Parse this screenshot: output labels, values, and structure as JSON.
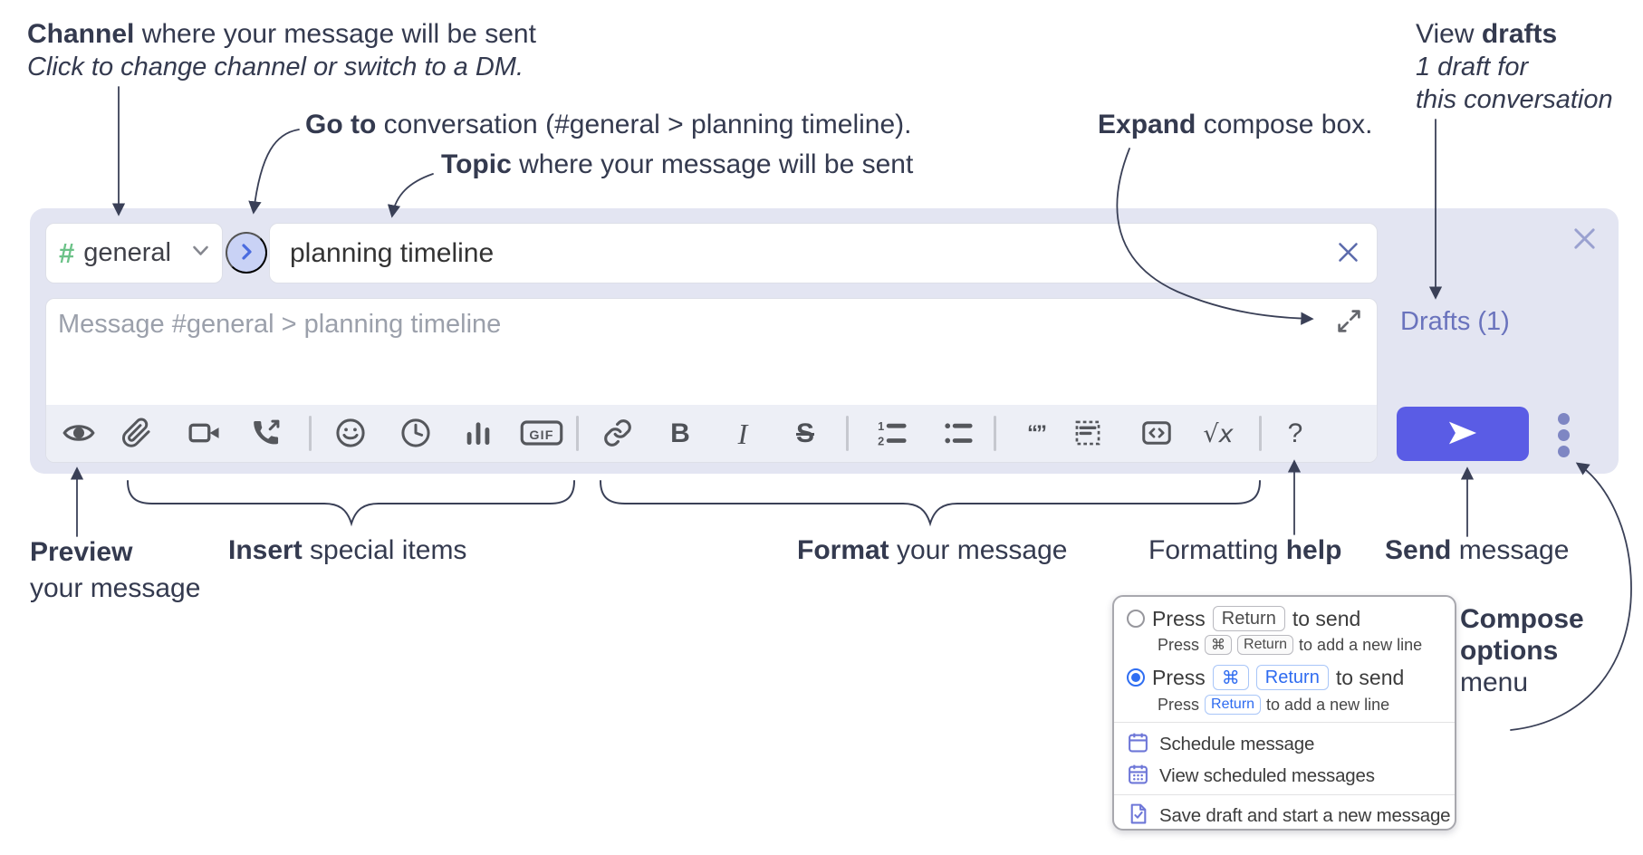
{
  "annotations": {
    "channel": {
      "bold": "Channel",
      "rest": " where your message will be sent",
      "line2": "Click to change channel or switch to a DM."
    },
    "goto": {
      "bold": "Go to",
      "rest": " conversation (#general > planning timeline)."
    },
    "topic": {
      "bold": "Topic",
      "rest": " where your message will be sent"
    },
    "expand": {
      "bold": "Expand",
      "rest": " compose box."
    },
    "view_drafts": {
      "pre": "View ",
      "bold": "drafts",
      "line2": "1 draft for",
      "line3": "this conversation"
    },
    "preview": {
      "bold": "Preview",
      "line2": "your message"
    },
    "insert": {
      "bold": "Insert",
      "rest": " special items"
    },
    "format": {
      "bold": "Format",
      "rest": " your message"
    },
    "help": {
      "pre": "Formatting ",
      "bold": "help"
    },
    "send": {
      "bold": "Send",
      "rest": " message"
    },
    "compose_options": {
      "line1": "Compose",
      "line2": "options",
      "line3": "menu"
    }
  },
  "compose": {
    "channel_hash": "#",
    "channel_name": "general",
    "topic_value": "planning timeline",
    "message_placeholder": "Message #general > planning timeline",
    "drafts_link": "Drafts (1)",
    "toolbar": {
      "bold": "B",
      "italic": "I",
      "strike": "S",
      "gif": "GIF",
      "math": "√x",
      "help": "?",
      "quote": "“”"
    }
  },
  "popup": {
    "option1": {
      "press": "Press",
      "key": "Return",
      "suffix": "to send",
      "sub_press": "Press",
      "sub_key_cmd": "⌘",
      "sub_key_return": "Return",
      "sub_suffix": "to add a new line"
    },
    "option2": {
      "press": "Press",
      "key_cmd": "⌘",
      "key_return": "Return",
      "suffix": "to send",
      "sub_press": "Press",
      "sub_key_return": "Return",
      "sub_suffix": "to add a new line"
    },
    "menu_items": [
      "Schedule message",
      "View scheduled messages",
      "Save draft and start a new message"
    ]
  },
  "colors": {
    "accent": "#5a5ce5",
    "compose_bg": "#e3e5f2",
    "drafts_link": "#6a73bd",
    "radio_selected": "#2f6ef2",
    "menu_icon": "#6e77d8",
    "channel_hash": "#6cc288",
    "annotation_text": "#343a4f"
  }
}
